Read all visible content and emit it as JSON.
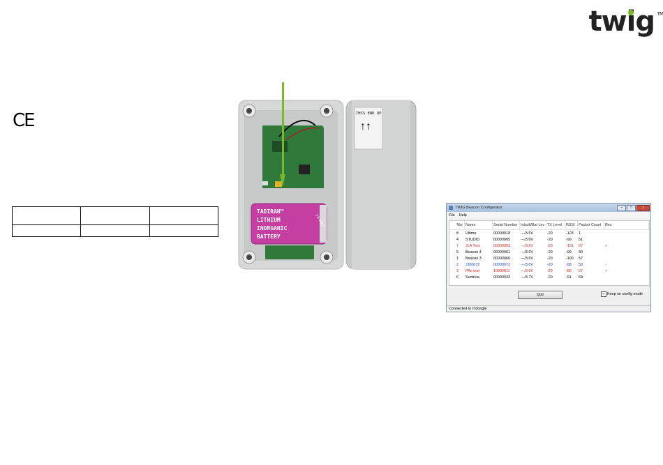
{
  "logo": {
    "text_before": "tw",
    "text_i": "i",
    "text_after": "g",
    "trademark": "TM",
    "dot_color": "#7ab829"
  },
  "ce_mark": "CE",
  "spec_table": {
    "rows": [
      [
        "",
        "",
        ""
      ],
      [
        "",
        "",
        ""
      ]
    ]
  },
  "photo": {
    "lid_label_line1": "THIS END UP",
    "lid_label_arrows": "↑↑",
    "battery_lines": [
      "TADIRAN™",
      "LITHIUM",
      "INORGANIC",
      "BATTERY"
    ],
    "battery_side": "3.6 VOLT",
    "arrow_color": "#7ab829"
  },
  "window": {
    "title": "TWIG Beacon Configurator",
    "buttons": {
      "minimize": "–",
      "maximize": "□",
      "close": "x"
    },
    "menu": {
      "file": "File",
      "help": "Help"
    },
    "columns": [
      "Nbr",
      "Name",
      "Serial Number",
      "Inbuilt/Bat Lev",
      "TX Level",
      "RSSI",
      "Packet Count",
      "Rec"
    ],
    "rows": [
      {
        "color": "#000000",
        "cells": [
          "8",
          "Ultima",
          "00000018",
          "---/3.5V",
          "-20",
          "-103",
          "1",
          ""
        ]
      },
      {
        "color": "#000000",
        "cells": [
          "4",
          "STUDIO",
          "00000065",
          "---/3.6V",
          "-20",
          "-99",
          "51",
          ""
        ]
      },
      {
        "color": "#d62020",
        "cells": [
          "7",
          "JLA Test",
          "00000053",
          "---/3.5V",
          "-20",
          "-101",
          "67",
          "+"
        ]
      },
      {
        "color": "#000000",
        "cells": [
          "5",
          "Beacon 4",
          "00000061",
          "---/3.6V",
          "-20",
          "-99",
          "40",
          ""
        ]
      },
      {
        "color": "#000000",
        "cells": [
          "1",
          "Beacon 3",
          "00000066",
          "---/3.6V",
          "-20",
          "-100",
          "57",
          ""
        ]
      },
      {
        "color": "#1a3fc8",
        "cells": [
          "2",
          "JJ00072",
          "00000072",
          "---/3.6V",
          "-20",
          "-98",
          "58",
          "-"
        ]
      },
      {
        "color": "#d62020",
        "cells": [
          "3",
          "PAe test",
          "10000011",
          "---/3.6V",
          "-20",
          "-80",
          "57",
          "+"
        ]
      },
      {
        "color": "#000000",
        "cells": [
          "6",
          "Suntrica",
          "00000043",
          "---/3.7V",
          "-20",
          "-91",
          "59",
          ""
        ]
      }
    ],
    "quit_label": "Quit",
    "keep_label": "Keep on config mode",
    "keep_checked": "✓",
    "status": "Connected to rf dongle"
  }
}
